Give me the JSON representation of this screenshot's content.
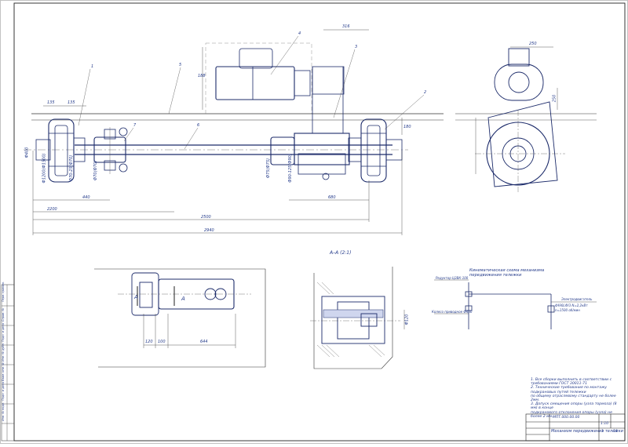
{
  "views": {
    "main": {
      "callouts": [
        "1",
        "2",
        "3",
        "4",
        "5",
        "6",
        "7"
      ],
      "dims_top": [
        "135",
        "135",
        "316",
        "188",
        "180"
      ],
      "dims_bottom": [
        "2200",
        "2500",
        "2940",
        "440",
        "680"
      ],
      "dims_vertical": [
        "Ф400",
        "Ф1200(Ф1500)",
        "Ф70-25(Ф70)",
        "Ф70(Ф70)",
        "Ф75(Ф75)",
        "Ф90-125(Ф90)"
      ]
    },
    "side": {
      "dims": [
        "250",
        "250"
      ]
    },
    "section": {
      "title": "А–А (2:1)",
      "cut_labels": [
        "A",
        "A"
      ],
      "dims": [
        "120",
        "100",
        "644"
      ]
    },
    "detail": {
      "dim": "Ф120"
    }
  },
  "kinematic": {
    "title": "Кинематическая схема механизма передвижения тележки",
    "labels": [
      "Редуктор Ц3ВК-100",
      "Колесо приводное Ф400",
      "Электродвигатель",
      "4А90L4У3 N=2,2кВт",
      "n=1500 об/мин"
    ]
  },
  "notes": [
    "1. Все сборки выполнить в соответствии с требованиями ГОСТ 30011-71",
    "2. Технические требования по монтажу подкрановых путей тележки",
    "по общему отраслевому стандарту не более 2мм.",
    "3. Допуск смещения опоры (узла тормоза) (8 мм) в конце",
    "подкранового отклонения опоры (узла) не более 2 мм."
  ],
  "title_block": {
    "name": "Механизм передвижения тележки",
    "sheet": "1",
    "sheets": "10",
    "scale": "1:10",
    "mass": "",
    "code": "МПТ.000.00.00"
  },
  "left_strip": [
    "Перв. примен.",
    "Справ. №",
    "Подп. и дата",
    "Инв. № дубл.",
    "Взам. инв. №",
    "Подп. и дата",
    "Инв. № подл."
  ]
}
